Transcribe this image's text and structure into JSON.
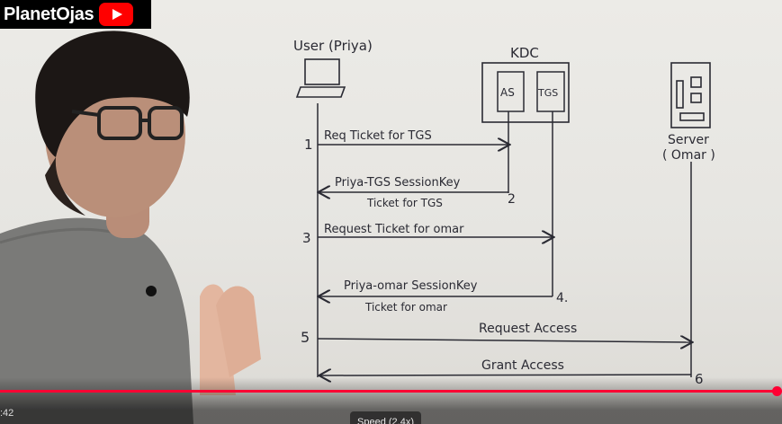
{
  "brand": {
    "name": "PlanetOjas",
    "icon": "youtube-play-icon"
  },
  "colors": {
    "progress": "#ff0033",
    "marker": "#2a2a33",
    "brand_bg": "#000000"
  },
  "diagram": {
    "user_label": "User (Priya)",
    "kdc_label": "KDC",
    "as_label": "AS",
    "tgs_label": "TGS",
    "server_label": "Server",
    "server_sub": "( Omar )",
    "steps": {
      "s1": {
        "number": "1",
        "text": "Req Ticket for TGS"
      },
      "s2": {
        "number": "2",
        "line1": "Priya-TGS SessionKey",
        "line2": "Ticket for TGS"
      },
      "s3": {
        "number": "3",
        "text": "Request Ticket for omar"
      },
      "s4": {
        "number": "4.",
        "line1": "Priya-omar SessionKey",
        "line2": "Ticket for omar"
      },
      "s5": {
        "number": "5",
        "text": "Request Access"
      },
      "s6": {
        "number": "6",
        "text": "Grant Access"
      }
    }
  },
  "player": {
    "time": ":42",
    "speed_label": "Speed (2.4x)",
    "progress_fraction": 0.995
  }
}
